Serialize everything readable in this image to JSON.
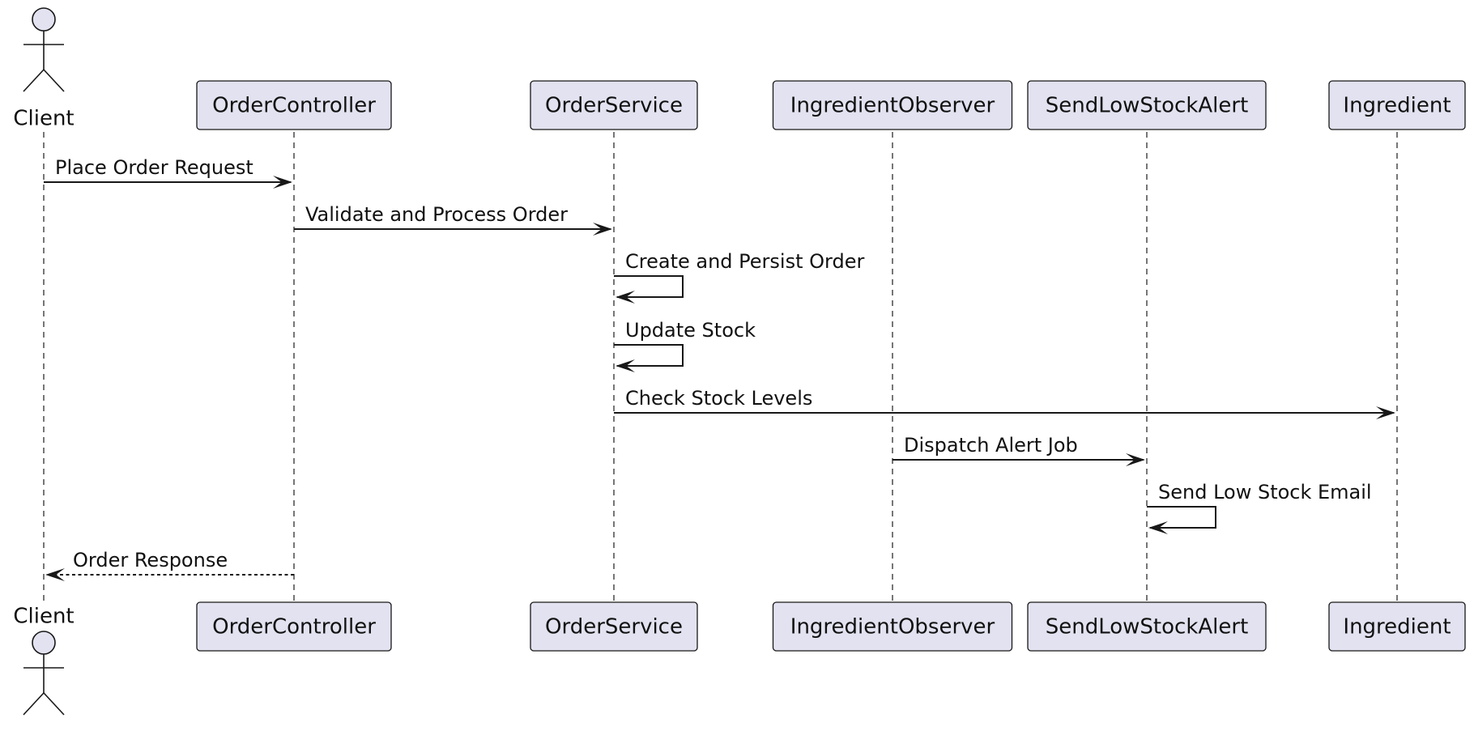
{
  "diagram": {
    "type": "sequence",
    "participants": [
      {
        "id": "client",
        "label": "Client",
        "kind": "actor"
      },
      {
        "id": "order_controller",
        "label": "OrderController",
        "kind": "participant"
      },
      {
        "id": "order_service",
        "label": "OrderService",
        "kind": "participant"
      },
      {
        "id": "ingredient_observer",
        "label": "IngredientObserver",
        "kind": "participant"
      },
      {
        "id": "send_low_stock_alert",
        "label": "SendLowStockAlert",
        "kind": "participant"
      },
      {
        "id": "ingredient",
        "label": "Ingredient",
        "kind": "participant"
      }
    ],
    "messages": [
      {
        "from": "client",
        "to": "order_controller",
        "label": "Place Order Request",
        "style": "solid"
      },
      {
        "from": "order_controller",
        "to": "order_service",
        "label": "Validate and Process Order",
        "style": "solid"
      },
      {
        "from": "order_service",
        "to": "order_service",
        "label": "Create and Persist Order",
        "style": "solid"
      },
      {
        "from": "order_service",
        "to": "order_service",
        "label": "Update Stock",
        "style": "solid"
      },
      {
        "from": "order_service",
        "to": "ingredient",
        "label": "Check Stock Levels",
        "style": "solid"
      },
      {
        "from": "ingredient_observer",
        "to": "send_low_stock_alert",
        "label": "Dispatch Alert Job",
        "style": "solid"
      },
      {
        "from": "send_low_stock_alert",
        "to": "send_low_stock_alert",
        "label": "Send Low Stock Email",
        "style": "solid"
      },
      {
        "from": "order_controller",
        "to": "client",
        "label": "Order Response",
        "style": "dashed"
      }
    ]
  }
}
